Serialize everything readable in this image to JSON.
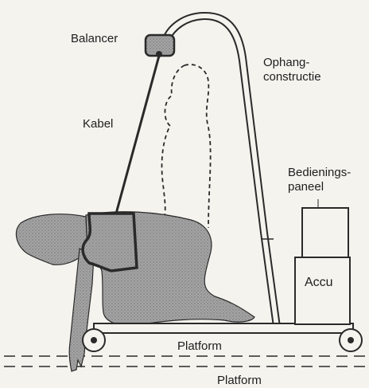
{
  "labels": {
    "balancer": "Balancer",
    "ophang_line1": "Ophang-",
    "ophang_line2": "constructie",
    "kabel": "Kabel",
    "bediening_line1": "Bedienings-",
    "bediening_line2": "paneel",
    "accu": "Accu",
    "platform_cart": "Platform",
    "platform_floor": "Platform"
  },
  "colors": {
    "ink": "#2a2a2a",
    "figure_fill": "#9a9a9a",
    "paper": "#f4f3ee",
    "box_fill": "#f4f3ee"
  }
}
